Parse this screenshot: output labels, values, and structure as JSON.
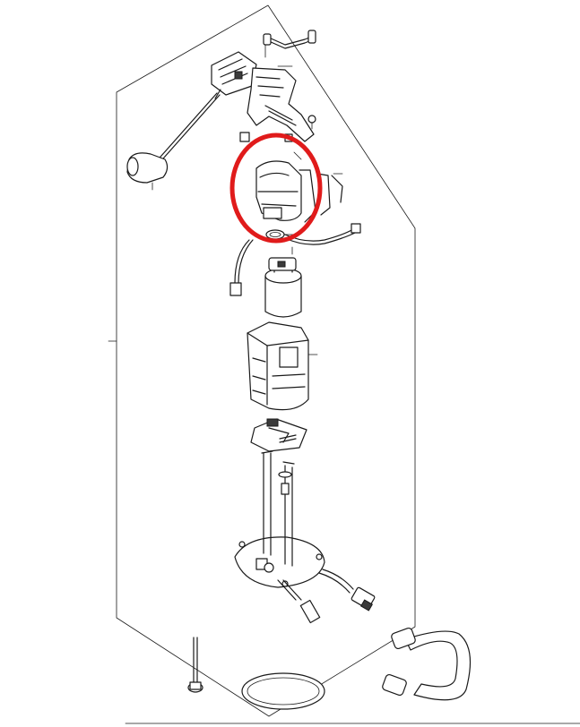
{
  "diagram": {
    "highlight_color": "#e01b1b",
    "line_color": "#1a1a1a",
    "parts": [
      "outline-frame",
      "fuel-level-sender",
      "sender-float",
      "fuel-return-pipe",
      "pump-bracket",
      "fuel-pressure-regulator",
      "o-ring",
      "wiring-lead",
      "fuel-pump",
      "pump-case",
      "fuel-filter",
      "pump-plate",
      "connector",
      "bolt",
      "gasket",
      "fuel-hose"
    ],
    "highlighted_part": "fuel-pressure-regulator"
  }
}
